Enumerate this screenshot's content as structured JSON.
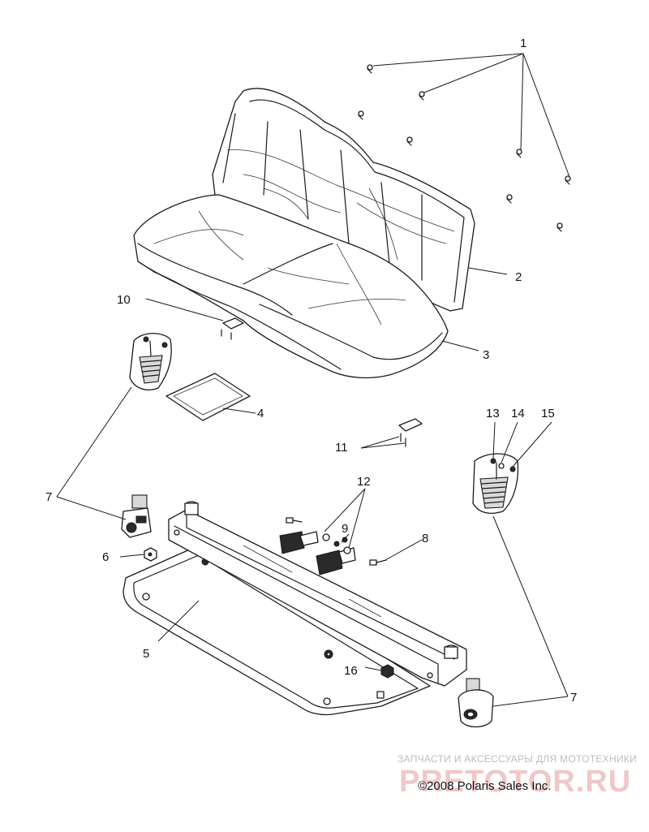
{
  "callouts": {
    "c1": "1",
    "c2": "2",
    "c3": "3",
    "c4": "4",
    "c5": "5",
    "c6": "6",
    "c7a": "7",
    "c7b": "7",
    "c8": "8",
    "c9": "9",
    "c10": "10",
    "c11": "11",
    "c12": "12",
    "c13": "13",
    "c14": "14",
    "c15": "15",
    "c16": "16"
  },
  "watermark": {
    "tagline": "ЗАПЧАСТИ И АКСЕССУАРЫ ДЛЯ МОТОТЕХНИКИ",
    "logo": "PRETOTOR.RU"
  },
  "copyright": "©2008 Polaris Sales Inc."
}
